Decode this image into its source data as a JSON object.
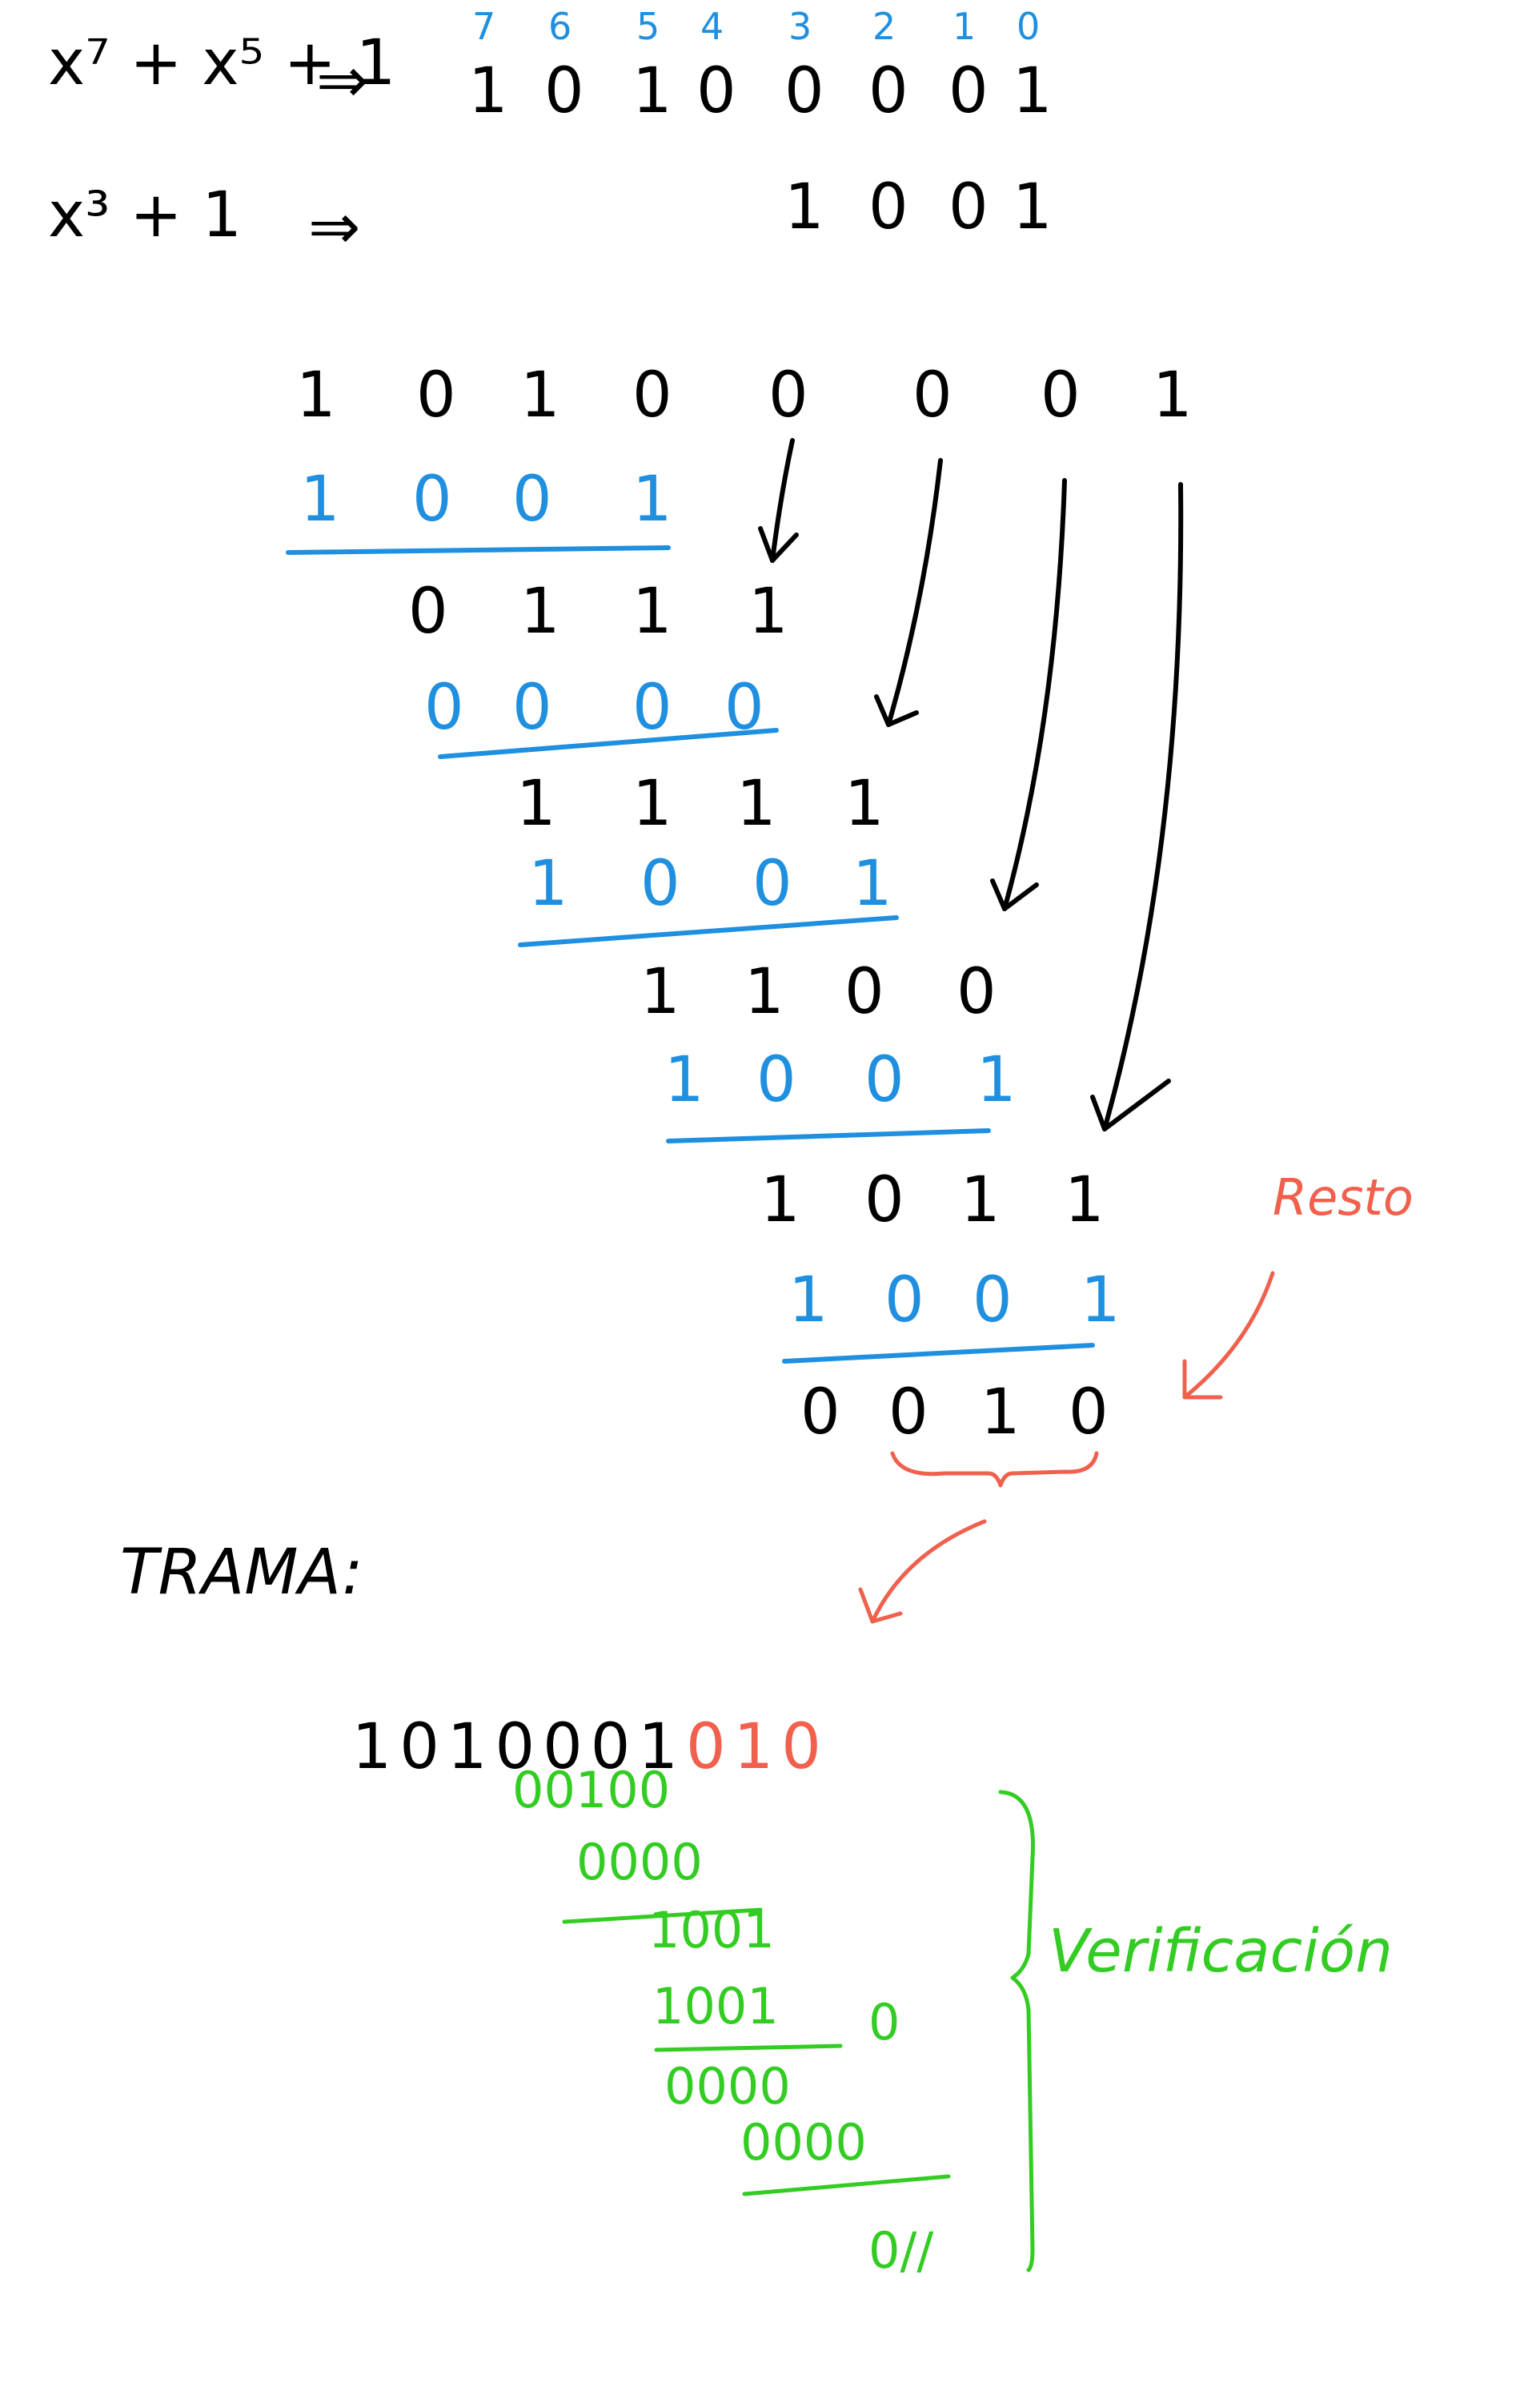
{
  "colors": {
    "black": "#000000",
    "blue": "#1f8fe0",
    "red": "#f0604c",
    "green": "#33cc22"
  },
  "header": {
    "poly1": "x⁷ + x⁵ + 1",
    "arrow": "⇒",
    "bit_indices": [
      "7",
      "6",
      "5",
      "4",
      "3",
      "2",
      "1",
      "0"
    ],
    "poly1_bits": [
      "1",
      "0",
      "1",
      "0",
      "0",
      "0",
      "0",
      "1"
    ],
    "poly2": "x³ + 1",
    "poly2_bits": [
      "1",
      "0",
      "0",
      "1"
    ]
  },
  "division": {
    "dividend": [
      "1",
      "0",
      "1",
      "0",
      "0",
      "0",
      "0",
      "1"
    ],
    "steps": [
      {
        "subtract": [
          "1",
          "0",
          "0",
          "1"
        ],
        "result": [
          "0",
          "1",
          "1",
          "1"
        ]
      },
      {
        "subtract": [
          "0",
          "0",
          "0",
          "0"
        ],
        "result": [
          "1",
          "1",
          "1",
          "1"
        ]
      },
      {
        "subtract": [
          "1",
          "0",
          "0",
          "1"
        ],
        "result": [
          "1",
          "1",
          "0",
          "0"
        ]
      },
      {
        "subtract": [
          "1",
          "0",
          "0",
          "1"
        ],
        "result": [
          "1",
          "0",
          "1",
          "1"
        ]
      },
      {
        "subtract": [
          "1",
          "0",
          "0",
          "1"
        ],
        "result": [
          "0",
          "0",
          "1",
          "0"
        ]
      }
    ],
    "remainder_label": "Resto"
  },
  "frame": {
    "label": "TRAMA:",
    "data_bits": "1010001",
    "crc_bits": "010"
  },
  "verification": {
    "label": "Verificación",
    "lines": [
      "00100",
      "0000",
      "1001",
      "1001",
      "0",
      "0000",
      "0000",
      "0//"
    ]
  }
}
